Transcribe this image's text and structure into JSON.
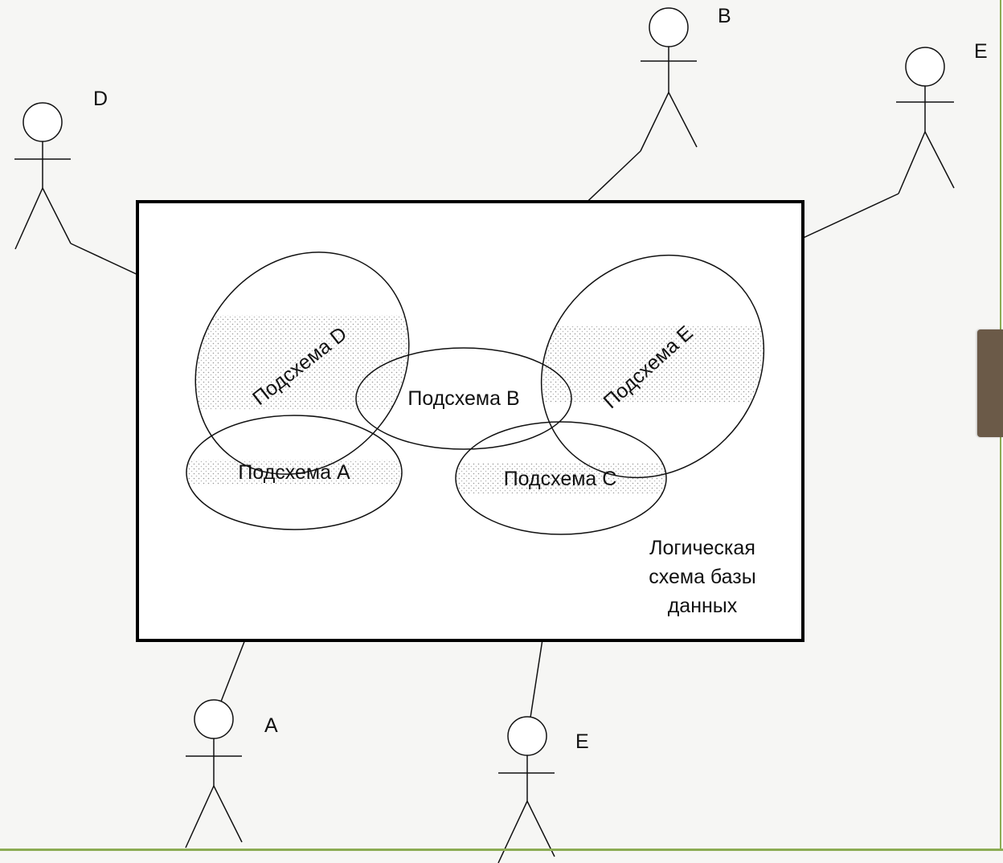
{
  "diagram": {
    "schema_label_lines": [
      "Логическая",
      "схема базы",
      "данных"
    ],
    "subschemas": [
      {
        "id": "D",
        "label": "Подсхема D"
      },
      {
        "id": "B",
        "label": "Подсхема B"
      },
      {
        "id": "E",
        "label": "Подсхема E"
      },
      {
        "id": "A",
        "label": "Подсхема A"
      },
      {
        "id": "C",
        "label": "Подсхема C"
      }
    ],
    "actors": [
      {
        "id": "D",
        "label": "D"
      },
      {
        "id": "B",
        "label": "B"
      },
      {
        "id": "E-top",
        "label": "E"
      },
      {
        "id": "A",
        "label": "A"
      },
      {
        "id": "E-bottom",
        "label": "E"
      }
    ],
    "colors": {
      "line": "#111111",
      "accent_green": "#8cac54",
      "side_tab": "#6b5a48"
    }
  }
}
